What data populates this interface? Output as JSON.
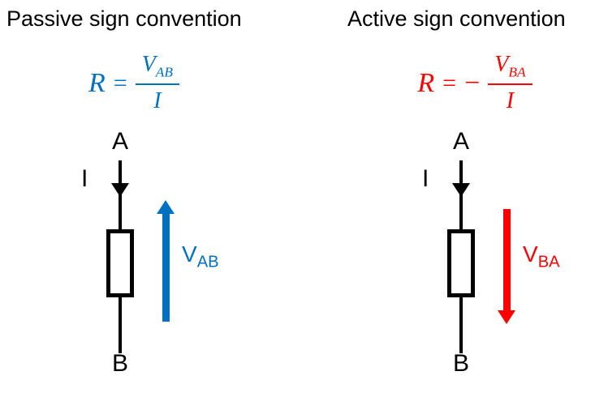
{
  "canvas": {
    "background": "#FFFFFF"
  },
  "left": {
    "title": "Passive sign convention",
    "accent_color": "#0070C0",
    "formula": {
      "lhs": "R",
      "equals": "=",
      "sign": "",
      "numerator_base": "V",
      "numerator_sub": "AB",
      "denominator": "I"
    },
    "circuit": {
      "node_top": "A",
      "node_bottom": "B",
      "current_label": "I",
      "current_direction": "down"
    },
    "voltage": {
      "base": "V",
      "sub": "AB",
      "arrow_direction": "up"
    }
  },
  "right": {
    "title": "Active sign convention",
    "accent_color": "#FF0000",
    "formula": {
      "lhs": "R",
      "equals": "=",
      "sign": "−",
      "numerator_base": "V",
      "numerator_sub": "BA",
      "denominator": "I"
    },
    "circuit": {
      "node_top": "A",
      "node_bottom": "B",
      "current_label": "I",
      "current_direction": "down"
    },
    "voltage": {
      "base": "V",
      "sub": "BA",
      "arrow_direction": "down"
    }
  }
}
